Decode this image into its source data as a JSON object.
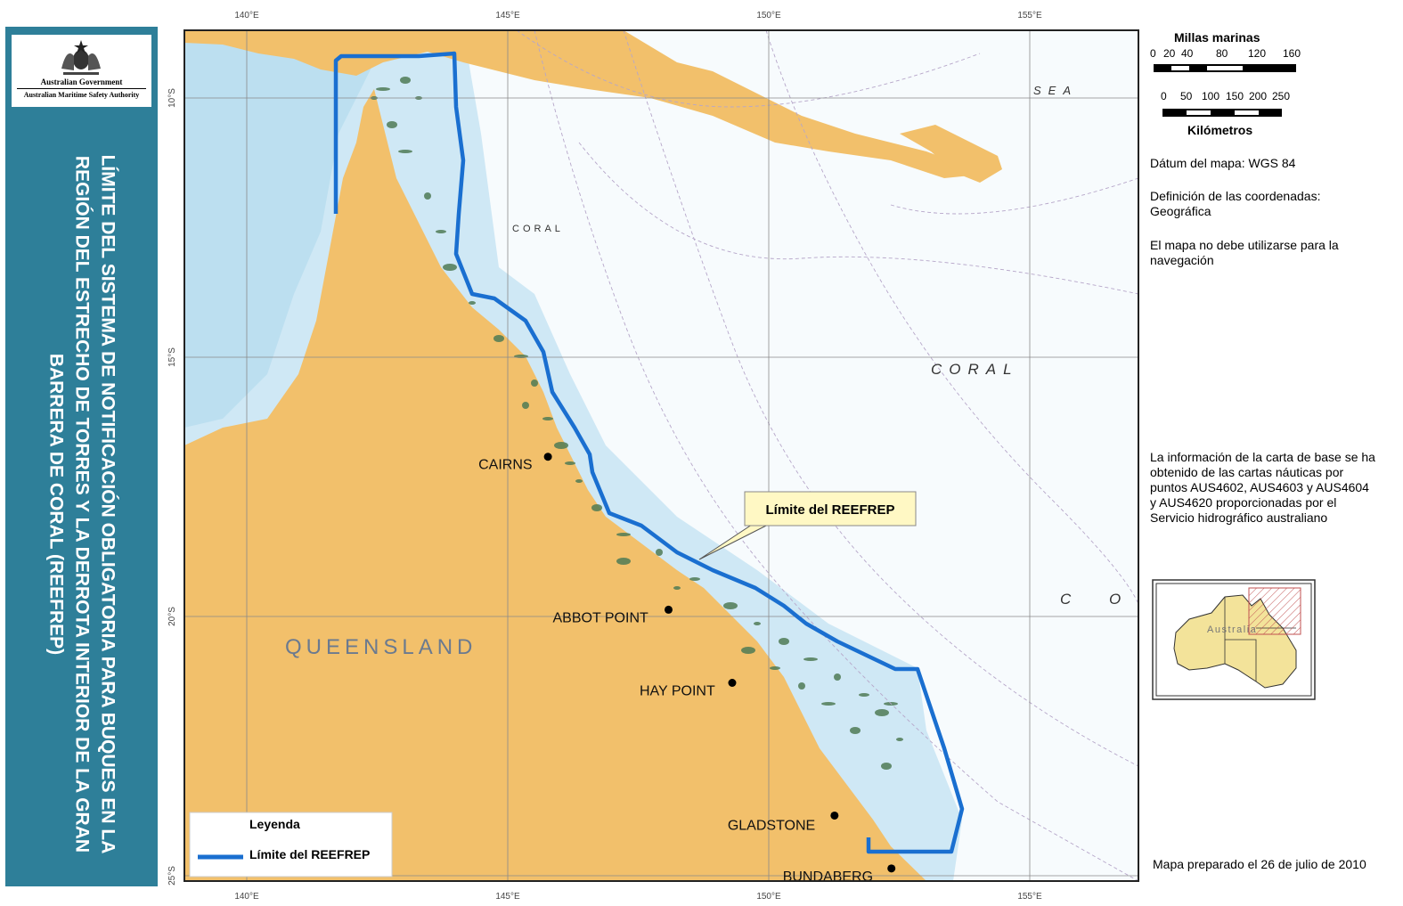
{
  "header": {
    "gov_name": "Australian Government",
    "agency_name": "Australian Maritime Safety Authority",
    "title": "LÍMITE DEL SISTEMA DE NOTIFICACIÓN OBLIGATORIA PARA BUQUES EN LA REGIÓN DEL ESTRECHO DE TORRES Y LA DERROTA INTERIOR DE LA GRAN BARRERA DE CORAL (REEFREP)"
  },
  "map": {
    "graticule": {
      "longitudes": [
        "140°E",
        "145°E",
        "150°E",
        "155°E"
      ],
      "latitudes": [
        "10°S",
        "15°S",
        "20°S",
        "25°S"
      ]
    },
    "region_label": "QUEENSLAND",
    "sea_labels": [
      "CORAL",
      "CORAL",
      "SEA",
      "C",
      "O"
    ],
    "ports": [
      {
        "name": "CAIRNS",
        "lon": 145.77,
        "lat": -16.92
      },
      {
        "name": "ABBOT POINT",
        "lon": 148.08,
        "lat": -19.87
      },
      {
        "name": "HAY POINT",
        "lon": 149.3,
        "lat": -21.28
      },
      {
        "name": "GLADSTONE",
        "lon": 151.26,
        "lat": -23.84
      },
      {
        "name": "BUNDABERG",
        "lon": 152.35,
        "lat": -24.86
      }
    ],
    "callout_label": "Límite del REEFREP",
    "boundary_color": "#1a6fd0",
    "land_color": "#f2c06b",
    "sea_color": "#cfe8f5"
  },
  "legend": {
    "title": "Leyenda",
    "item_label": "Límite del REEFREP"
  },
  "scale": {
    "miles_title": "Millas marinas",
    "miles_ticks": [
      "0",
      "20",
      "40",
      "80",
      "120",
      "160"
    ],
    "km_ticks": [
      "0",
      "50",
      "100",
      "150",
      "200",
      "250"
    ],
    "km_title": "Kilómetros"
  },
  "notes": {
    "datum": "Dátum del mapa: WGS 84",
    "coords": "Definición de las coordenadas: Geográfica",
    "navigation": "El mapa no debe utilizarse para la navegación",
    "source": "La información de la carta de base se ha obtenido de las cartas náuticas por puntos AUS4602, AUS4603 y AUS4604 y AUS4620 proporcionadas por el Servicio hidrográfico australiano",
    "prepared": "Mapa preparado el 26 de julio de 2010"
  },
  "inset": {
    "label": "Australia"
  }
}
